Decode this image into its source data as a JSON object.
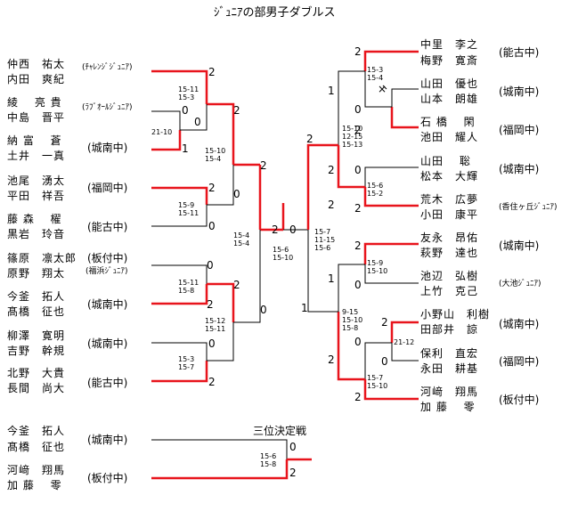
{
  "title": "ｼﾞｭﾆｱの部男子ダブルス",
  "third_place_label": "三位決定戦",
  "left_pairs": [
    {
      "p1": "仲西　祐太",
      "p2": "内田　爽紀",
      "team": "(ﾁｬﾚﾝｼﾞｼﾞｭﾆｱ)"
    },
    {
      "p1": "綾　 亮 貴",
      "p2": "中島　晋平",
      "team": "(ﾗﾌﾞｵｰﾙｼﾞｭﾆｱ)"
    },
    {
      "p1": "納 富　 蒼",
      "p2": "土井　一真",
      "team": "(城南中)"
    },
    {
      "p1": "池尾　湧太",
      "p2": "平田　祥吾",
      "team": "(福岡中)"
    },
    {
      "p1": "藤 森　 櫂",
      "p2": "黒岩　玲音",
      "team": "(能古中)"
    },
    {
      "p1": "篠原　凛太郎",
      "p2": "原野　翔太",
      "team": "(板付中)",
      "team2": "(福浜ｼﾞｭﾆｱ)"
    },
    {
      "p1": "今釜　拓人",
      "p2": "髙橋　征也",
      "team": "(城南中)"
    },
    {
      "p1": "柳澤　寛明",
      "p2": "吉野　幹規",
      "team": "(城南中)"
    },
    {
      "p1": "北野　大貴",
      "p2": "長間　尚大",
      "team": "(能古中)"
    }
  ],
  "right_pairs": [
    {
      "p1": "中里　李之",
      "p2": "梅野　寛斎",
      "team": "(能古中)"
    },
    {
      "p1": "山田　優也",
      "p2": "山本　朗雄",
      "team": "(城南中)"
    },
    {
      "p1": "石 橋　 閑",
      "p2": "池田　耀人",
      "team": "(福岡中)"
    },
    {
      "p1": "山田　 聡",
      "p2": "松本　大輝",
      "team": "(城南中)"
    },
    {
      "p1": "荒木　広夢",
      "p2": "小田　康平",
      "team": "(香住ヶ丘ｼﾞｭﾆｱ)"
    },
    {
      "p1": "友永　昂佑",
      "p2": "萩野　達也",
      "team": "(城南中)"
    },
    {
      "p1": "池辺　弘樹",
      "p2": "上竹　克己",
      "team": "(大池ｼﾞｭﾆｱ)"
    },
    {
      "p1": "小野山　利樹",
      "p2": "田部井　諒",
      "team": "(城南中)"
    },
    {
      "p1": "保利　直宏",
      "p2": "永田　耕基",
      "team": "(福岡中)"
    },
    {
      "p1": "河﨑　翔馬",
      "p2": "加 藤　 零",
      "team": "(板付中)"
    }
  ],
  "third_pairs": [
    {
      "p1": "今釜　拓人",
      "p2": "髙橋　征也",
      "team": "(城南中)"
    },
    {
      "p1": "河﨑　翔馬",
      "p2": "加 藤　 零",
      "team": "(板付中)"
    }
  ],
  "scores": {
    "l_1": "2",
    "l_2": "0",
    "l_3": "0",
    "l_4": "1",
    "l_5": "2",
    "l_6": "2",
    "l_7": "0",
    "l_8": "0",
    "l_9": "0",
    "l_10": "2",
    "l_11": "2",
    "l_12": "0",
    "l_13": "0",
    "l_14": "2",
    "l_15": "2",
    "f_l": "2",
    "f_r": "0",
    "r_1": "2",
    "r_2": "1",
    "r_3": "0",
    "r_4": "2",
    "r_5": "2",
    "r_6": "0",
    "r_7": "2",
    "r_8": "2",
    "r_9": "2",
    "r_10": "1",
    "r_11": "0",
    "r_12": "1",
    "r_13": "0",
    "r_14": "0",
    "r_15": "2",
    "r_16": "2",
    "r_17": "2",
    "r_18": "2",
    "t_1": "0",
    "t_2": "2"
  },
  "sets": {
    "l_a": [
      "15-11",
      "15-3"
    ],
    "l_b": [
      "21-10"
    ],
    "l_c": [
      "15-10",
      "15-4"
    ],
    "l_d": [
      "15-9",
      "15-11"
    ],
    "l_e": [
      "15-4",
      "15-4"
    ],
    "l_f": [
      "15-11",
      "15-8"
    ],
    "l_g": [
      "15-12",
      "15-11"
    ],
    "l_h": [
      "15-3",
      "15-7"
    ],
    "fin": [
      "15-6",
      "15-10"
    ],
    "r_a": [
      "15-3",
      "15-4"
    ],
    "r_b": [
      "15-10",
      "12-15",
      "15-13"
    ],
    "r_c": [
      "15-6",
      "15-2"
    ],
    "r_d": [
      "15-7",
      "11-15",
      "15-6"
    ],
    "r_e": [
      "15-9",
      "15-10"
    ],
    "r_f": [
      "9-15",
      "15-10",
      "15-8"
    ],
    "r_g": [
      "21-12"
    ],
    "r_h": [
      "15-7",
      "15-10"
    ],
    "third": [
      "15-6",
      "15-8"
    ]
  },
  "walkover_mark": "×"
}
